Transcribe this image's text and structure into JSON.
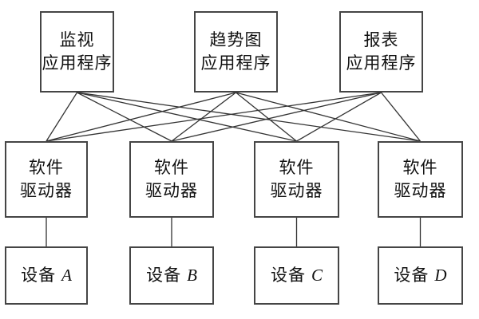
{
  "diagram": {
    "applications": [
      {
        "label_line1": "监视",
        "label_line2": "应用程序"
      },
      {
        "label_line1": "趋势图",
        "label_line2": "应用程序"
      },
      {
        "label_line1": "报表",
        "label_line2": "应用程序"
      }
    ],
    "drivers": [
      {
        "label_line1": "软件",
        "label_line2": "驱动器"
      },
      {
        "label_line1": "软件",
        "label_line2": "驱动器"
      },
      {
        "label_line1": "软件",
        "label_line2": "驱动器"
      },
      {
        "label_line1": "软件",
        "label_line2": "驱动器"
      }
    ],
    "devices": [
      {
        "label_prefix": "设备",
        "label_letter": "A"
      },
      {
        "label_prefix": "设备",
        "label_letter": "B"
      },
      {
        "label_prefix": "设备",
        "label_letter": "C"
      },
      {
        "label_prefix": "设备",
        "label_letter": "D"
      }
    ],
    "connections": {
      "apps_to_drivers": "all-to-all",
      "drivers_to_devices": "one-to-one"
    },
    "colors": {
      "background": "#ffffff",
      "box_border": "#454545",
      "line": "#333333",
      "text": "#111111"
    }
  }
}
